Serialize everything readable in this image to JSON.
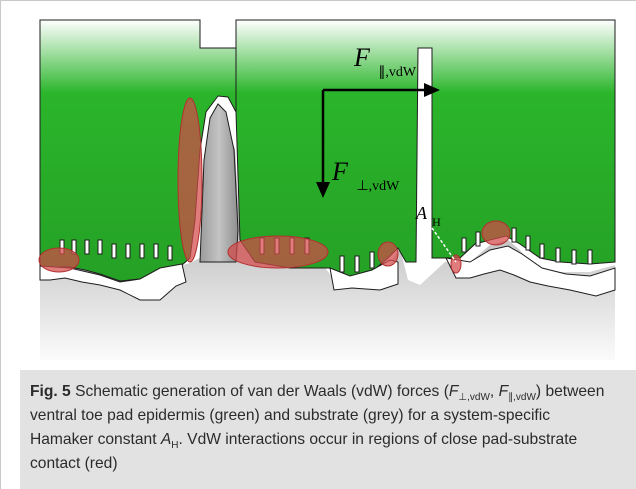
{
  "figure": {
    "labels": {
      "f_parallel": {
        "symbol": "F",
        "subscript": "∥,vdW"
      },
      "f_perp": {
        "symbol": "F",
        "subscript": "⊥,vdW"
      },
      "hamaker": {
        "symbol": "A",
        "subscript": "H"
      }
    },
    "colors": {
      "pad": "#2bb52b",
      "substrate": "#8c8c8c",
      "contact": "#d44a4a",
      "arrow": "#000000"
    }
  },
  "caption": {
    "fig_label": "Fig. 5",
    "t1": " Schematic generation of van der Waals (vdW) forces (",
    "f_perp_sym": "F",
    "f_perp_sub": "⊥,vdW",
    "t2": ",",
    "f_par_sym": "F",
    "f_par_sub": "∥,vdW",
    "t3": ") between ventral toe pad epidermis (green) and substrate (grey) for a system-specific Hamaker constant ",
    "a_sym": "A",
    "a_sub": "H",
    "t4": ". VdW interactions occur in regions of close pad-substrate contact (red)"
  }
}
